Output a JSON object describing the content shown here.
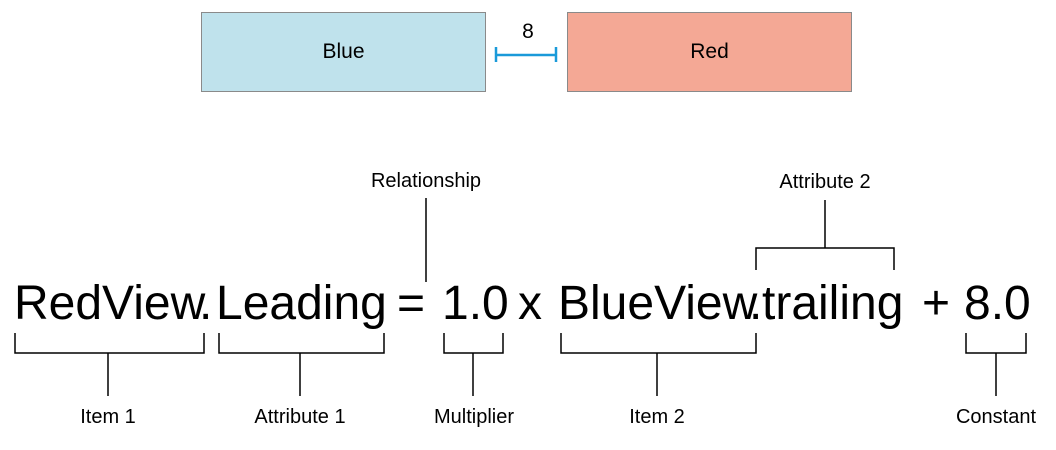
{
  "views": {
    "blue": {
      "label": "Blue",
      "fill": "#bfe2ec"
    },
    "red": {
      "label": "Red",
      "fill": "#f4a895"
    },
    "spacing": "8",
    "spacing_color": "#1a9ad9"
  },
  "equation": {
    "item1": "RedView",
    "dot1": ".",
    "attribute1": "Leading",
    "relation": "=",
    "multiplier": "1.0",
    "times": "x",
    "item2": "BlueView",
    "dot2": ".",
    "attribute2": "trailing",
    "plus": "+",
    "constant": "8.0"
  },
  "labels": {
    "relationship": "Relationship",
    "attribute2": "Attribute 2",
    "item1": "Item 1",
    "attribute1": "Attribute 1",
    "multiplier": "Multiplier",
    "item2": "Item 2",
    "constant": "Constant"
  }
}
